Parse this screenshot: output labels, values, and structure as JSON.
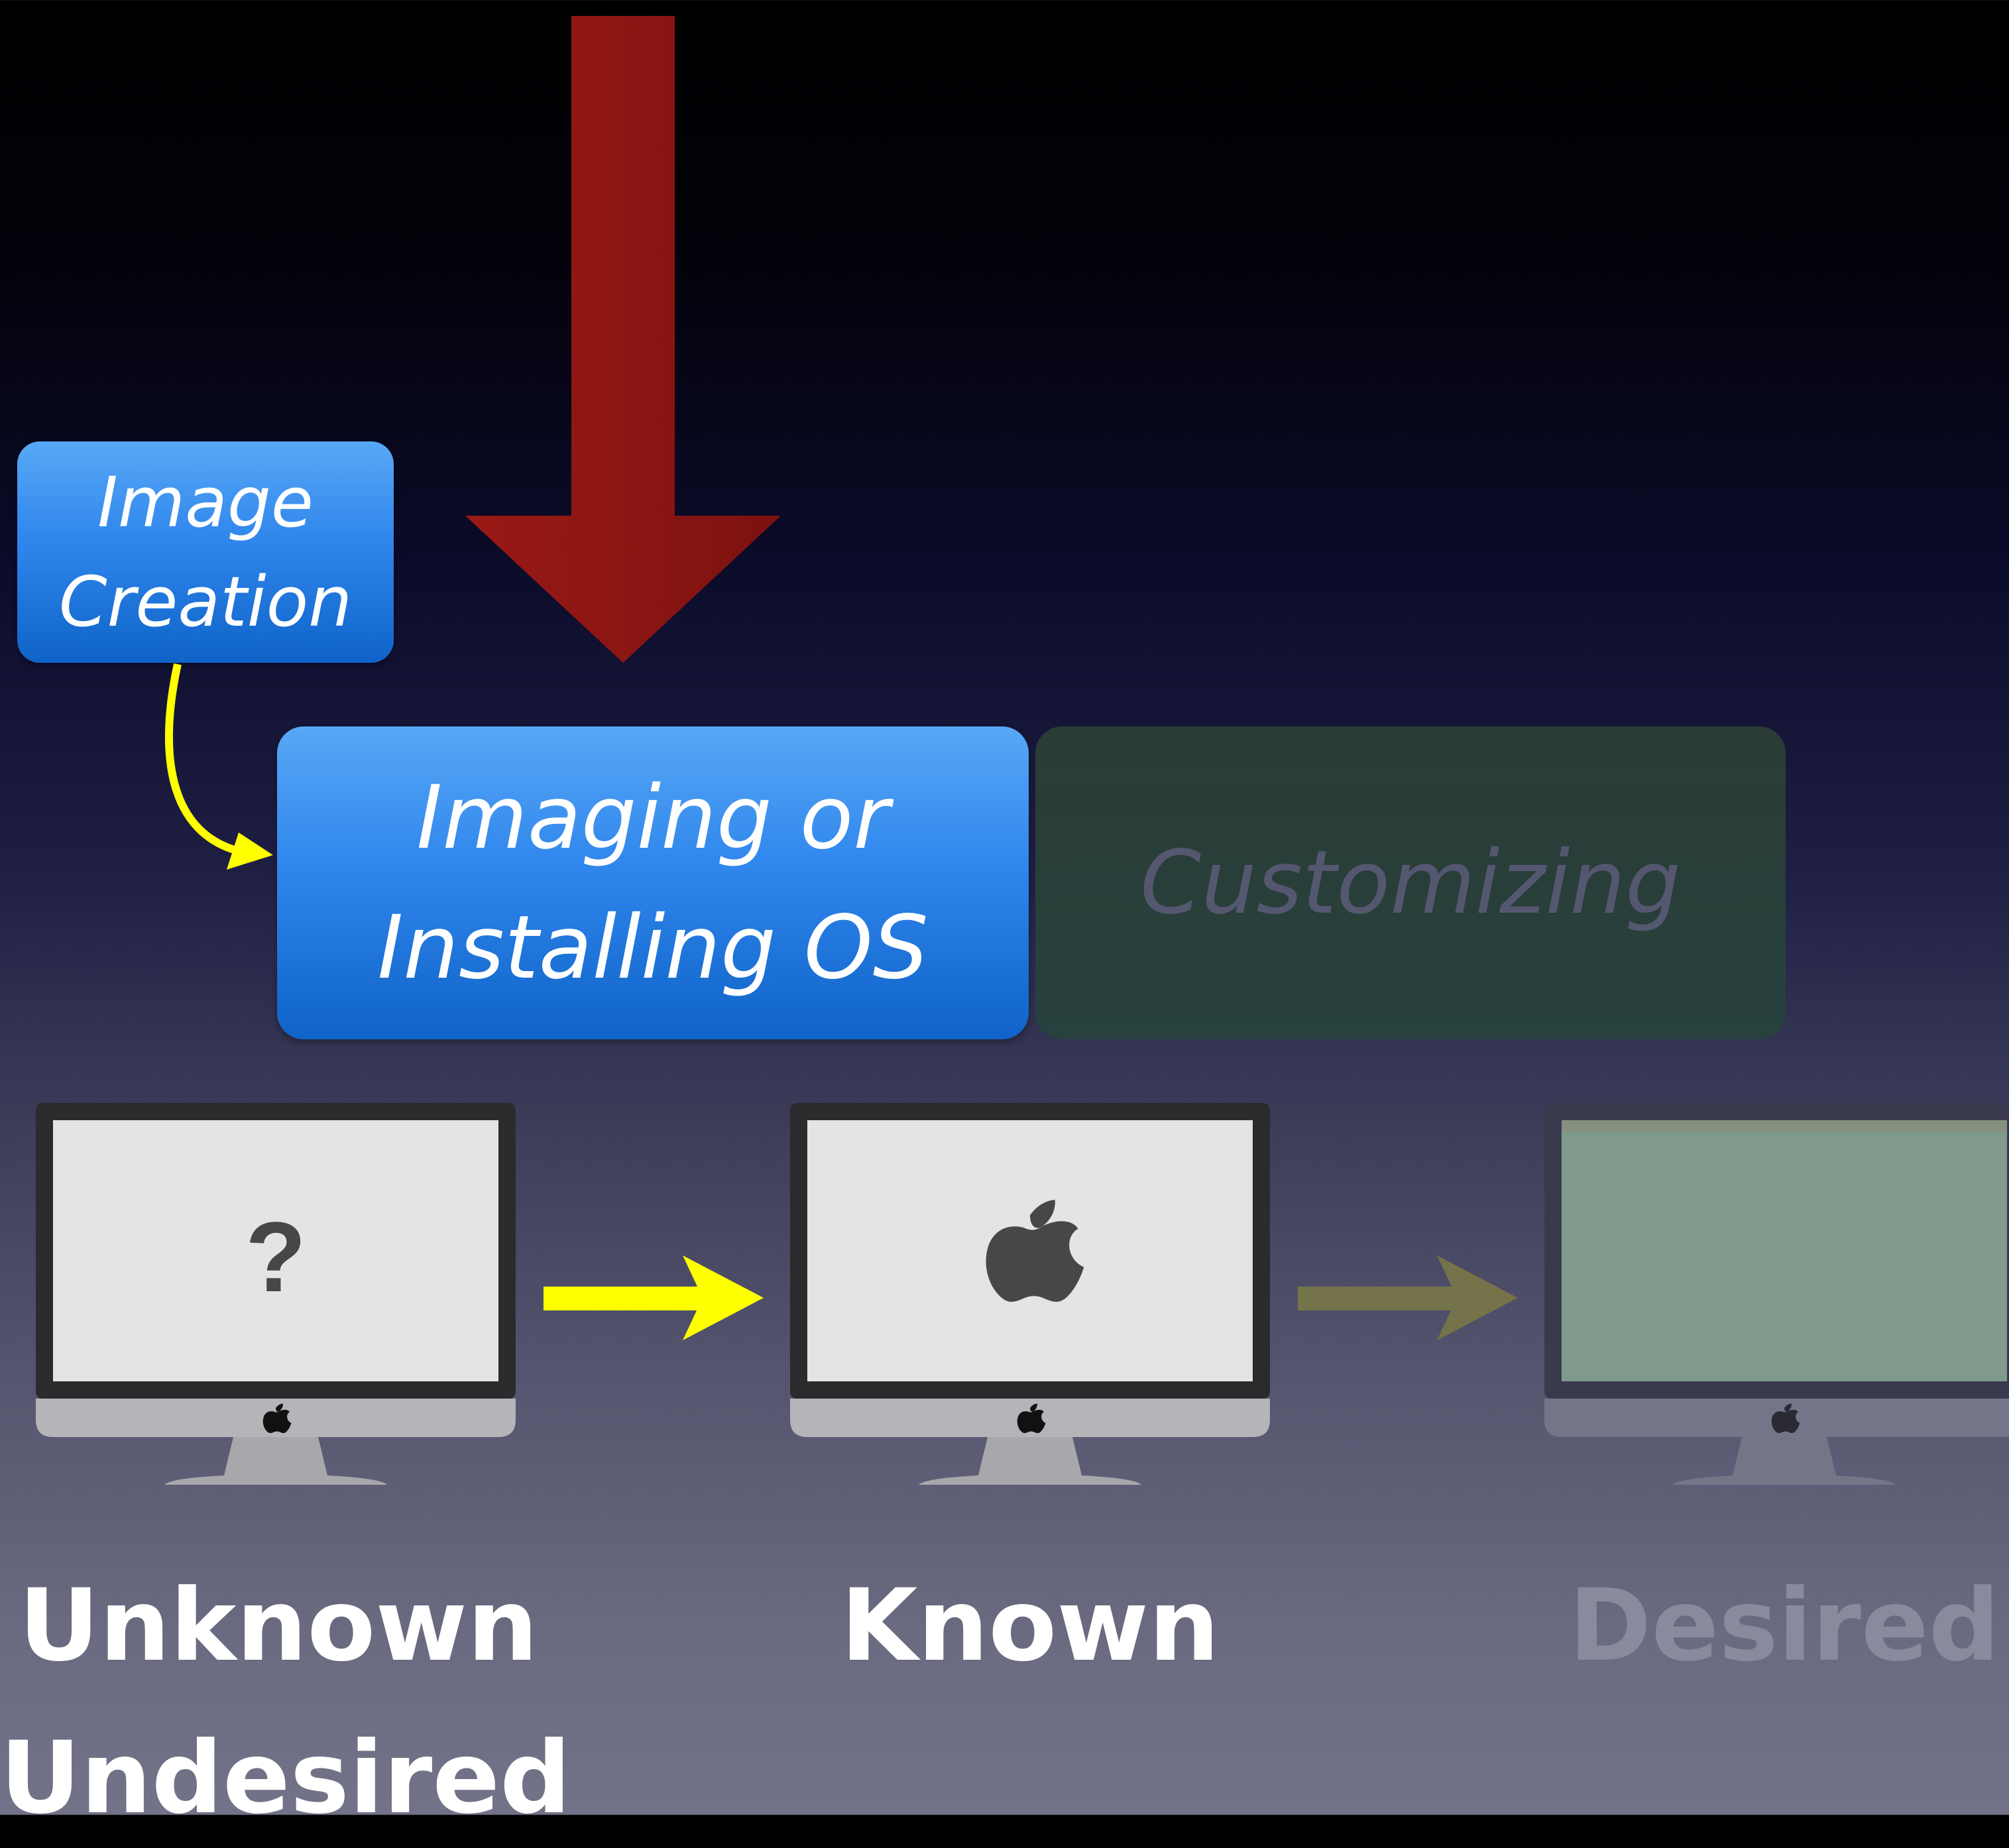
{
  "boxes": {
    "image_creation": [
      "Image",
      "Creation"
    ],
    "imaging": [
      "Imaging or",
      "Installing OS"
    ],
    "customizing": "Customizing"
  },
  "screens": {
    "unknown_symbol": "?"
  },
  "labels": {
    "unknown": "Unknown",
    "undesired": "Undesired",
    "known": "Known",
    "desired": "Desired"
  },
  "colors": {
    "red_arrow": "#8b1512",
    "yellow_arrow": "#ffff00",
    "dim_arrow": "#74734a",
    "box_blue": "#2f86ec",
    "box_dim": "#27413f",
    "screen_light": "#e4e4e6",
    "screen_dim": "#7f998c"
  },
  "icons": {
    "red_arrow": "down-arrow-icon",
    "yellow_arrow": "right-arrow-icon",
    "curved_arrow": "curved-arrow-icon",
    "apple": "apple-logo-icon"
  }
}
